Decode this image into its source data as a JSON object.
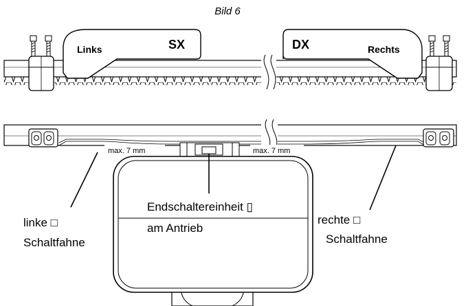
{
  "figure_title": "Bild 6",
  "top_view": {
    "left_tag": "Links",
    "left_code": "SX",
    "right_code": "DX",
    "right_tag": "Rechts"
  },
  "bottom_view": {
    "gap_left": "max. 7 mm",
    "gap_right": "max. 7 mm",
    "label_left_line1": "linke □",
    "label_left_line2": "Schaltfahne",
    "label_center_line1": "Endschaltereinheit ▯",
    "label_center_line2": "am Antrieb",
    "label_right_line1": "rechte □",
    "label_right_line2": "Schaltfahne"
  }
}
